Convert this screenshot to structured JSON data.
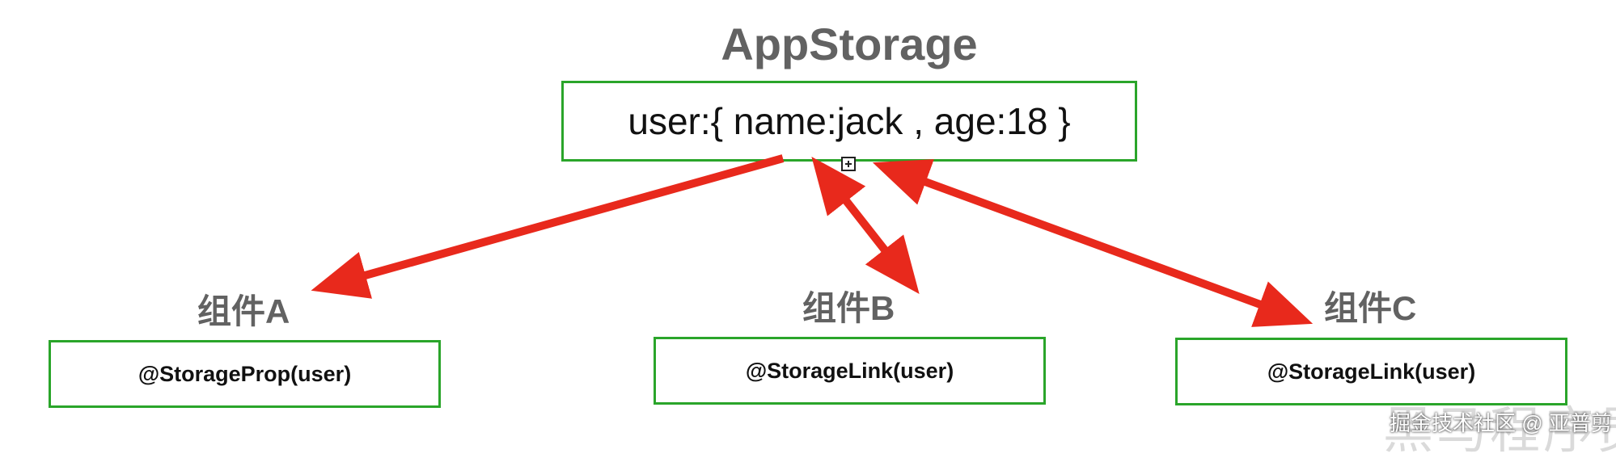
{
  "title": "AppStorage",
  "store": {
    "content": "user:{ name:jack , age:18 }"
  },
  "components": [
    {
      "label": "组件A",
      "decorator": "@StorageProp(user)"
    },
    {
      "label": "组件B",
      "decorator": "@StorageLink(user)"
    },
    {
      "label": "组件C",
      "decorator": "@StorageLink(user)"
    }
  ],
  "watermark": "黑马程序员",
  "credit": "掘金技术社区 @ 亚普剪",
  "colors": {
    "arrow": "#e8291c",
    "box_border": "#2aa52a",
    "heading": "#626262"
  }
}
